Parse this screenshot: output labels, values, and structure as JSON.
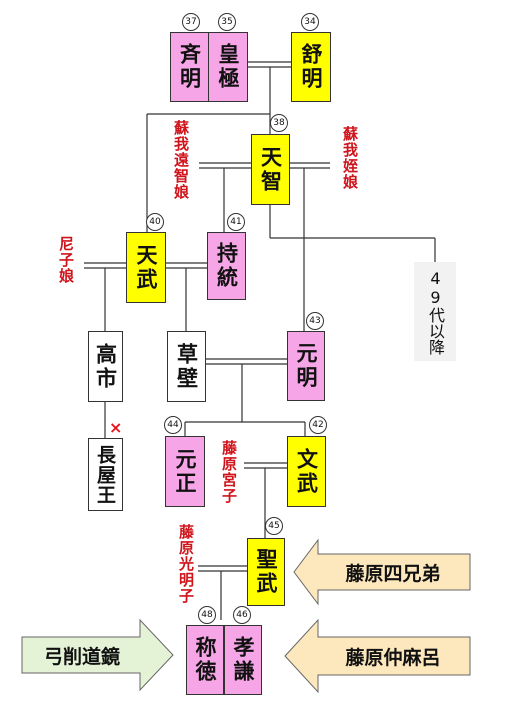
{
  "emperors": [
    {
      "id": "jomei",
      "num": "34",
      "name": "舒明",
      "color": "yellow"
    },
    {
      "id": "kogyoku",
      "num": "35",
      "name": "皇極",
      "color": "pink"
    },
    {
      "id": "saimei",
      "num": "37",
      "name": "斉明",
      "color": "pink"
    },
    {
      "id": "tenji",
      "num": "38",
      "name": "天智",
      "color": "yellow"
    },
    {
      "id": "tenmu",
      "num": "40",
      "name": "天武",
      "color": "yellow"
    },
    {
      "id": "jito",
      "num": "41",
      "name": "持統",
      "color": "pink"
    },
    {
      "id": "genmei",
      "num": "43",
      "name": "元明",
      "color": "pink"
    },
    {
      "id": "gensho",
      "num": "44",
      "name": "元正",
      "color": "pink"
    },
    {
      "id": "monmu",
      "num": "42",
      "name": "文武",
      "color": "yellow"
    },
    {
      "id": "shomu",
      "num": "45",
      "name": "聖武",
      "color": "yellow"
    },
    {
      "id": "koken",
      "num": "46",
      "name": "孝謙",
      "color": "pink"
    },
    {
      "id": "shotoku",
      "num": "48",
      "name": "称徳",
      "color": "pink"
    }
  ],
  "others": {
    "takechi": "高市",
    "kusakabe": "草壁",
    "nagaya": "長屋王",
    "later": "49代以降"
  },
  "consorts": {
    "soga_ochi": "蘇我遠智娘",
    "soga_mei": "蘇我姪娘",
    "ama": "尼子娘",
    "fujiwara_miyako": "藤原宮子",
    "fujiwara_komyo": "藤原光明子"
  },
  "arrows": {
    "fujiwara_four": "藤原四兄弟",
    "dokyo": "弓削道鏡",
    "nakamaro": "藤原仲麻呂"
  },
  "marks": {
    "nagaya_death": "×"
  },
  "colors": {
    "yellow": "#ffff00",
    "pink": "#f6a6e6",
    "arrow_green": "#e4f2d6",
    "arrow_orange": "#fde7bd",
    "consort_red": "#d0141c"
  }
}
